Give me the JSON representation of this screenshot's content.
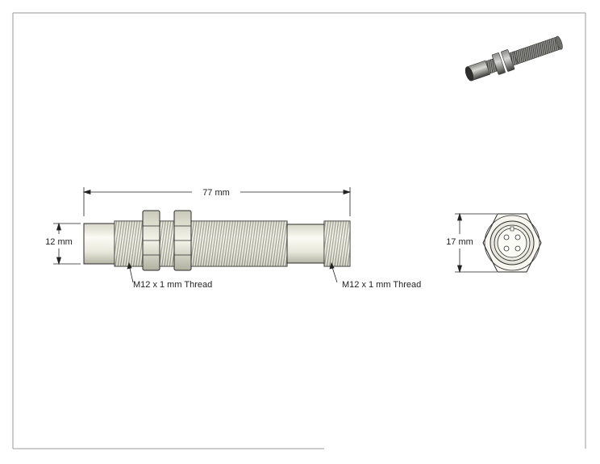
{
  "drawing": {
    "overall_length": "77 mm",
    "body_diameter": "12 mm",
    "face_width": "17 mm",
    "thread_callout_left": "M12 x 1 mm Thread",
    "thread_callout_right": "M12 x 1 mm Thread"
  },
  "colors": {
    "line": "#2a2a2a",
    "body_light": "#f2f2ea",
    "body_mid": "#d9d9cc",
    "body_dark": "#a8a89a",
    "border": "#9a9a9a"
  }
}
